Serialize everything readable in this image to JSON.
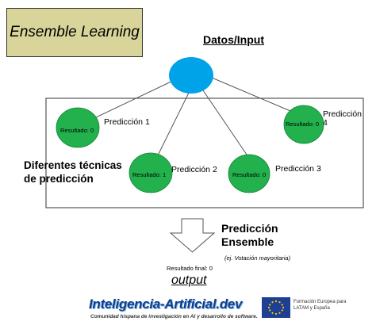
{
  "title": "Ensemble Learning",
  "input_label": "Datos/Input",
  "predictors": [
    {
      "result": "Resultado: 0",
      "label": "Predicción 1"
    },
    {
      "result": "Resultado: 1",
      "label": "Predicción 2"
    },
    {
      "result": "Resultado: 0",
      "label": "Predicción 3"
    },
    {
      "result": "Resultado: 0",
      "label": "Predicción 4"
    }
  ],
  "techniques_label": "Diferentes técnicas de predicción",
  "ensemble_title": "Predicción Ensemble",
  "voting_note": "(ej. Votación mayoritaria)",
  "final_result": "Resultado final: 0",
  "output_label": "output",
  "logo": {
    "name": "Inteligencia-Artificial.dev",
    "tagline": "Comunidad hispana de investigación en AI y desarrollo de software."
  },
  "eu_badge": "Formación Europea para LATAM y España",
  "colors": {
    "input_node": "#00a2e8",
    "predictor_node": "#22b14c",
    "title_box": "#d9d59a"
  }
}
